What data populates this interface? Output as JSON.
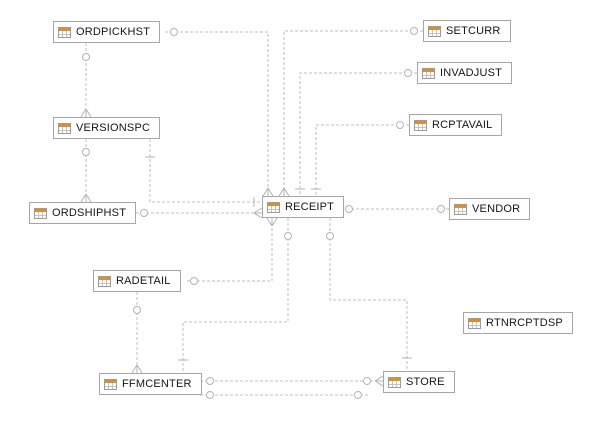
{
  "diagram": {
    "type": "entity-relationship-diagram",
    "background_color": "#ffffff",
    "line_color": "#bfbfbf",
    "entity_border_color": "#a6a6a6",
    "icon_header_color": "#da8f2e",
    "entities": [
      {
        "id": "ORDPICKHST",
        "label": "ORDPICKHST",
        "icon": "table-icon"
      },
      {
        "id": "SETCURR",
        "label": "SETCURR",
        "icon": "table-icon"
      },
      {
        "id": "INVADJUST",
        "label": "INVADJUST",
        "icon": "table-icon"
      },
      {
        "id": "RCPTAVAIL",
        "label": "RCPTAVAIL",
        "icon": "table-icon"
      },
      {
        "id": "VERSIONSPC",
        "label": "VERSIONSPC",
        "icon": "table-icon"
      },
      {
        "id": "ORDSHIPHST",
        "label": "ORDSHIPHST",
        "icon": "table-icon"
      },
      {
        "id": "RECEIPT",
        "label": "RECEIPT",
        "icon": "table-icon"
      },
      {
        "id": "VENDOR",
        "label": "VENDOR",
        "icon": "table-icon"
      },
      {
        "id": "RADETAIL",
        "label": "RADETAIL",
        "icon": "table-icon"
      },
      {
        "id": "RTNRCPTDSP",
        "label": "RTNRCPTDSP",
        "icon": "table-icon"
      },
      {
        "id": "FFMCENTER",
        "label": "FFMCENTER",
        "icon": "table-icon"
      },
      {
        "id": "STORE",
        "label": "STORE",
        "icon": "table-icon"
      }
    ],
    "relationships": [
      {
        "from": "ORDPICKHST",
        "to": "VERSIONSPC",
        "from_symbol": "circle",
        "to_symbol": "crowfoot"
      },
      {
        "from": "ORDPICKHST",
        "to": "RECEIPT",
        "from_symbol": "circle",
        "to_symbol": "crowfoot"
      },
      {
        "from": "SETCURR",
        "to": "RECEIPT",
        "from_symbol": "circle",
        "to_symbol": "crowfoot"
      },
      {
        "from": "INVADJUST",
        "to": "RECEIPT",
        "from_symbol": "circle",
        "to_symbol": "tick"
      },
      {
        "from": "RCPTAVAIL",
        "to": "RECEIPT",
        "from_symbol": "circle",
        "to_symbol": "tick"
      },
      {
        "from": "VERSIONSPC",
        "to": "ORDSHIPHST",
        "from_symbol": "circle",
        "to_symbol": "crowfoot"
      },
      {
        "from": "VERSIONSPC",
        "to": "RECEIPT",
        "from_symbol": "tick",
        "to_symbol": "tick"
      },
      {
        "from": "ORDSHIPHST",
        "to": "RECEIPT",
        "from_symbol": "circle",
        "to_symbol": "crowfoot"
      },
      {
        "from": "RECEIPT",
        "to": "VENDOR",
        "from_symbol": "circle",
        "to_symbol": "circle"
      },
      {
        "from": "RECEIPT",
        "to": "RADETAIL",
        "from_symbol": "crowfoot",
        "to_symbol": "circle"
      },
      {
        "from": "RECEIPT",
        "to": "FFMCENTER",
        "from_symbol": "circle",
        "to_symbol": "tick"
      },
      {
        "from": "RECEIPT",
        "to": "STORE",
        "from_symbol": "circle",
        "to_symbol": "tick"
      },
      {
        "from": "RADETAIL",
        "to": "FFMCENTER",
        "from_symbol": "circle",
        "to_symbol": "crowfoot"
      },
      {
        "from": "FFMCENTER",
        "to": "STORE",
        "from_symbol": "circle",
        "to_symbol": "circle-crowfoot"
      },
      {
        "from": "FFMCENTER",
        "to": "STORE",
        "from_symbol": "circle",
        "to_symbol": "circle"
      }
    ]
  }
}
